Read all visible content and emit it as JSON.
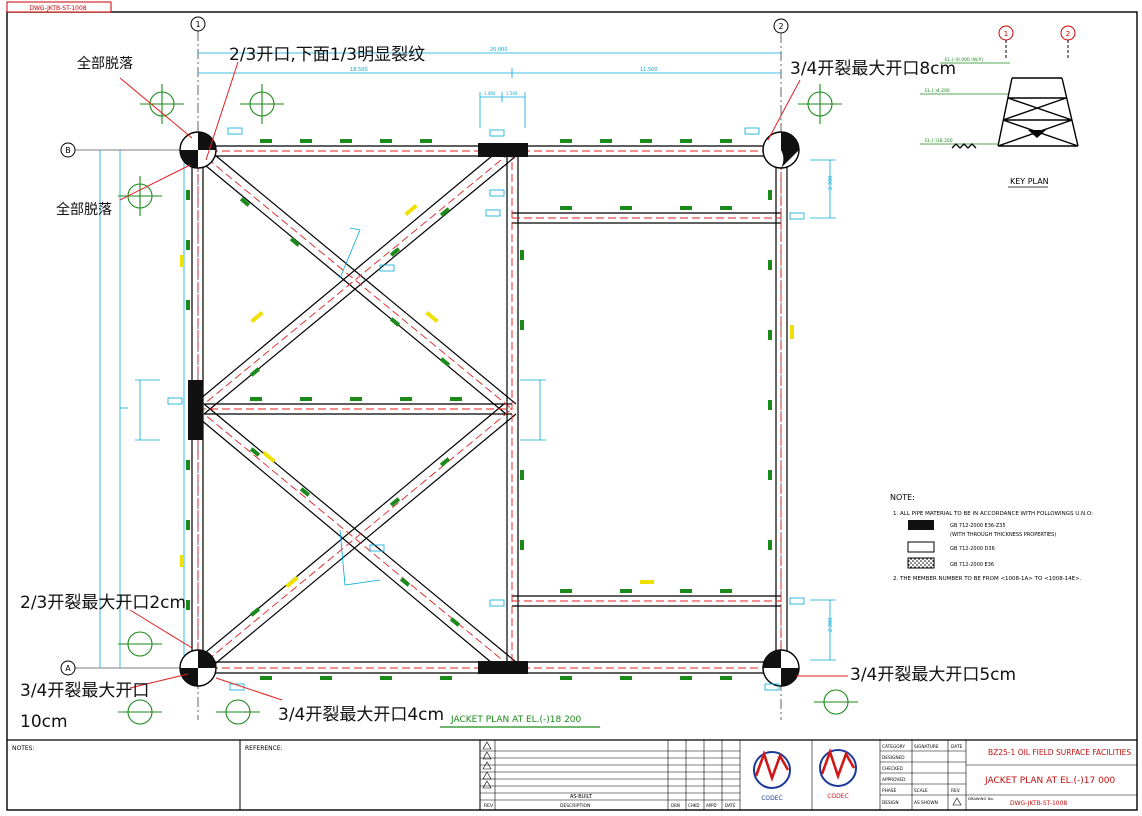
{
  "drawing": {
    "corner_code": "DWG-JKTB-ST-1008",
    "grid_labels": {
      "col1": "1",
      "col2": "2",
      "rowA": "A",
      "rowB": "B"
    },
    "dims": {
      "overall": "20.000",
      "left": "18.500",
      "right": "11.500",
      "top_small_1": "1.400",
      "top_small_2": "1.500",
      "side_1": "2.300",
      "side_2": "2.300"
    },
    "elev_labels": {
      "e1": "EL.(-)0.000 (W.P.)",
      "e2": "EL.(-)4.200",
      "e3": "EL.(-)18.200"
    },
    "key_plan": {
      "title": "KEY PLAN",
      "col1": "1",
      "col2": "2"
    },
    "plan_title": "JACKET PLAN AT EL.(-)18 200",
    "annotations": [
      {
        "id": "a1",
        "text": "全部脱落"
      },
      {
        "id": "a2",
        "text": "全部脱落"
      },
      {
        "id": "a3",
        "text": "2/3开口,下面1/3明显裂纹"
      },
      {
        "id": "a4",
        "text": "3/4开裂最大开口8cm"
      },
      {
        "id": "a5",
        "text": "2/3开裂最大开口2cm"
      },
      {
        "id": "a6",
        "text": "3/4开裂最大开口"
      },
      {
        "id": "a6b",
        "text": "10cm"
      },
      {
        "id": "a7",
        "text": "3/4开裂最大开口4cm"
      },
      {
        "id": "a8",
        "text": "3/4开裂最大开口5cm"
      }
    ]
  },
  "notes": {
    "title": "NOTE:",
    "n1": "1.   ALL PIPE MATERIAL TO BE IN ACCORDANCE WITH FOLLOWINGS U.N.O:",
    "legend": [
      {
        "swatch": "solid",
        "text": "GB 712-2000 E36-Z35",
        "sub": "(WITH THROUGH THICKNESS PROPERTIES)"
      },
      {
        "swatch": "empty",
        "text": "GB 712-2000 D36",
        "sub": ""
      },
      {
        "swatch": "hatch",
        "text": "GB 712-2000 E36",
        "sub": ""
      }
    ],
    "n2": "2.  THE MEMBER NUMBER TO BE FROM <1008-1A> TO <1008-14E>."
  },
  "title_block": {
    "notes_label": "NOTES:",
    "reference_label": "REFERENCE:",
    "as_built": "AS-BUILT",
    "rev_header": "REV",
    "desc_header": "DESCRIPTION",
    "drn_header": "DRN",
    "chkd_header": "CHKD",
    "appd_header": "APPD",
    "date_header": "DATE",
    "logo1_text": "CODEC",
    "logo2_text": "CODEC",
    "project": "BZ25-1 OIL FIELD SURFACE FACILITIES",
    "drawing_title": "JACKET PLAN AT EL.(-)17 000",
    "drawing_no_label": "DRAWING No.",
    "drawing_no": "DWG-JKTB-ST-1008",
    "rows": [
      {
        "label": "CATEGORY",
        "sig": "SIGNATURE",
        "date": "DATE"
      },
      {
        "label": "DESIGNED",
        "sig": "",
        "date": ""
      },
      {
        "label": "CHECKED",
        "sig": "",
        "date": ""
      },
      {
        "label": "APPROVED",
        "sig": "",
        "date": ""
      },
      {
        "label": "PHASE",
        "sig": "SCALE",
        "date": "REV."
      },
      {
        "label": "DESIGN",
        "sig": "AS SHOWN",
        "date": ""
      }
    ]
  },
  "colors": {
    "structure": "#000000",
    "dim": "#00a8d8",
    "member_tag": "#1a8a1a",
    "note_line": "#e02020",
    "yellow_tag": "#f0e000",
    "logo_red": "#d01818",
    "logo_blue": "#1a3a9a"
  }
}
